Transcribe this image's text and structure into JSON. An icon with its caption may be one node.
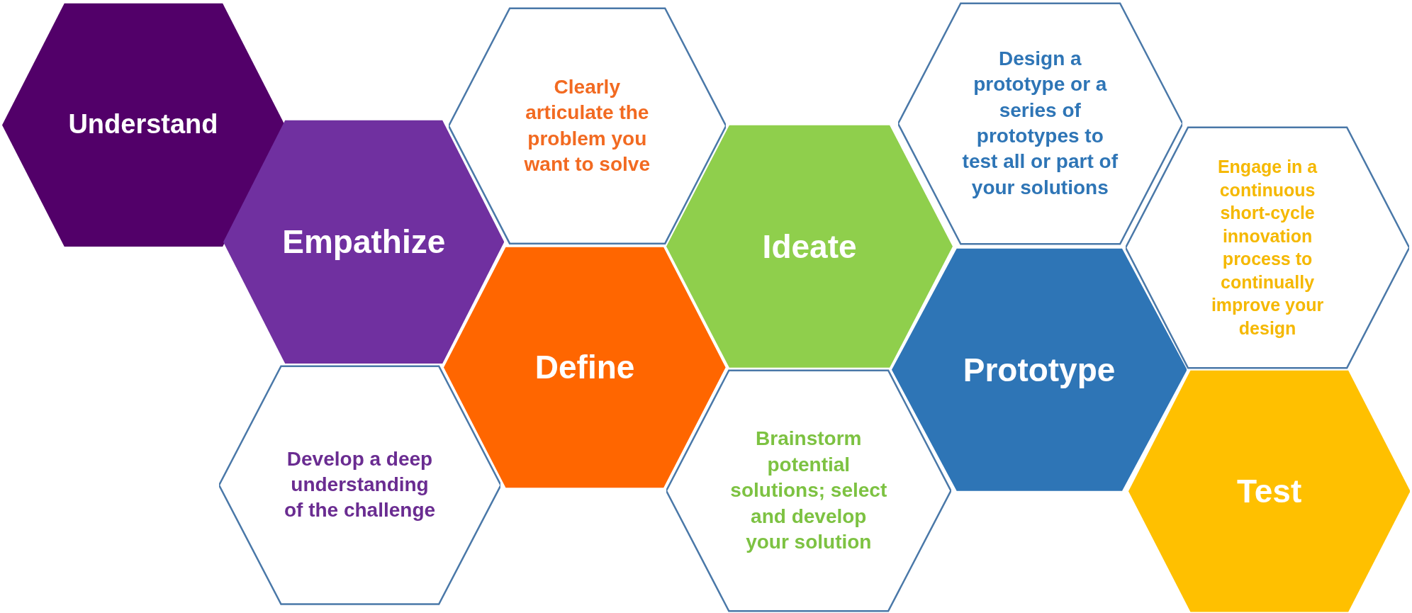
{
  "diagram": {
    "nodes": [
      {
        "text": [
          "Understand"
        ]
      },
      {
        "text": [
          "Clearly articulate the problem you want to solve"
        ]
      },
      {
        "text": [
          "Design a prototype or a series of prototypes to test all or part of your solutions"
        ]
      },
      {
        "text": [
          "Empathize"
        ]
      },
      {
        "text": [
          "Ideate"
        ]
      },
      {
        "text": [
          "Engage in a continuous short-cycle innovation process to continually improve your design"
        ]
      },
      {
        "text": [
          "Define"
        ]
      },
      {
        "text": [
          "Prototype"
        ]
      },
      {
        "text": [
          "Develop a deep understanding of the challenge"
        ]
      },
      {
        "text": [
          "Brainstorm potential solutions; select and develop your solution"
        ]
      },
      {
        "text": [
          "Test"
        ]
      }
    ]
  }
}
